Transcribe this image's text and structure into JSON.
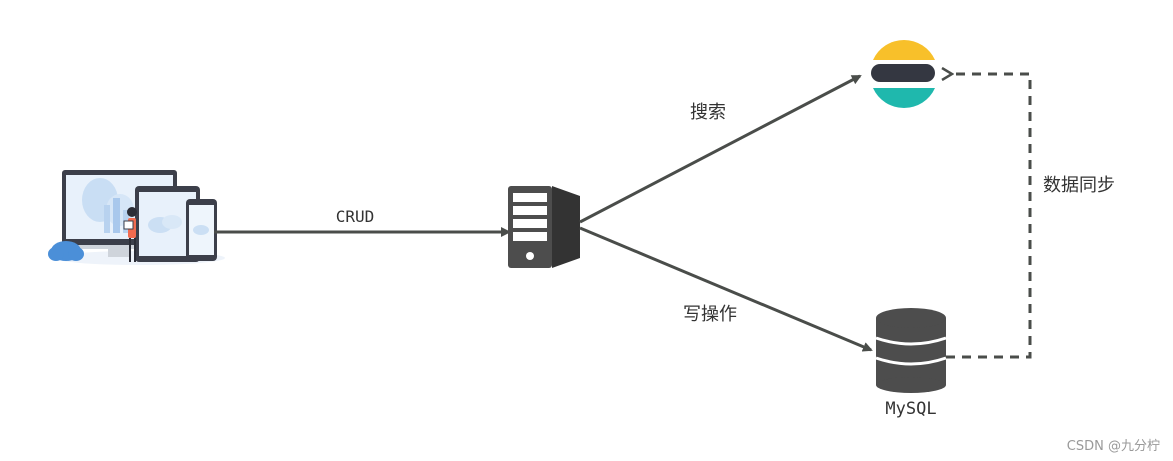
{
  "labels": {
    "crud": "CRUD",
    "search": "搜索",
    "write": "写操作",
    "sync": "数据同步",
    "mysql": "MySQL"
  },
  "watermark": "CSDN @九分柠",
  "colors": {
    "arrow": "#4a4d4a",
    "server": "#4d4d4d",
    "database": "#4d4d4d",
    "es_yellow": "#f8c02a",
    "es_dark": "#343741",
    "es_teal": "#1fb8ad",
    "device_frame": "#3c3f4a",
    "device_screen": "#e8f1fb",
    "illustration_blue": "#4b8fd8"
  },
  "icons": {
    "client": "multi-device-client-icon",
    "server": "server-tower-icon",
    "search_engine": "elasticsearch-logo-icon",
    "database": "database-cylinder-icon"
  }
}
